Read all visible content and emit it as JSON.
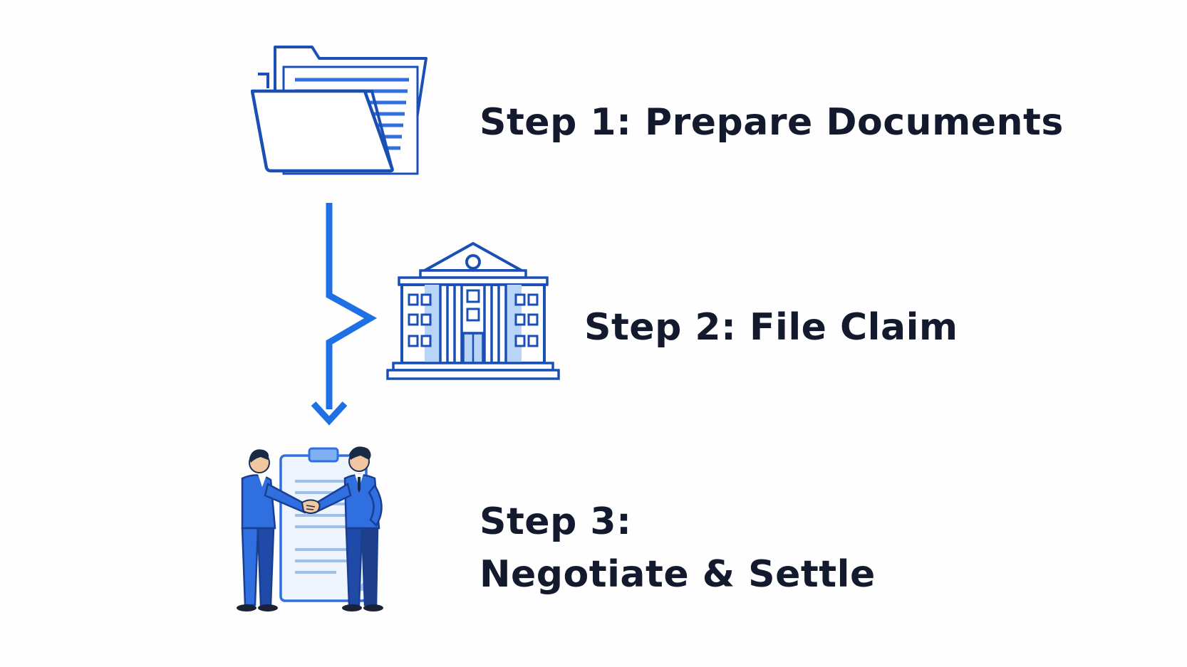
{
  "steps": [
    {
      "label_lines": [
        "Step 1: Prepare Documents"
      ],
      "icon": "folder-documents-icon"
    },
    {
      "label_lines": [
        "Step 2: File Claim"
      ],
      "icon": "courthouse-icon"
    },
    {
      "label_lines": [
        "Step 3:",
        "Negotiate & Settle"
      ],
      "icon": "handshake-agreement-icon"
    }
  ],
  "connector": {
    "icon": "zigzag-down-arrow",
    "color": "#1f6fe5"
  },
  "colors": {
    "outline_dark": "#1a4fb5",
    "accent_blue": "#2f6fe0",
    "light_blue": "#b8d4f7",
    "text": "#141a2e"
  }
}
